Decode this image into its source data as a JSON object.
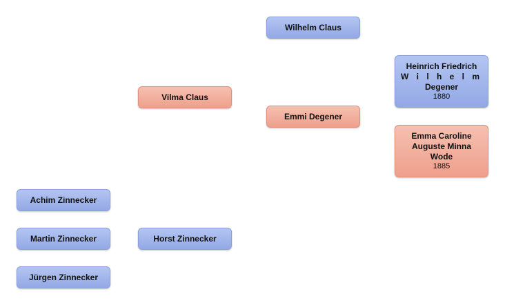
{
  "people": {
    "wilhelm_claus": {
      "name": "Wilhelm Claus",
      "color": "#a3b6ec"
    },
    "heinrich": {
      "name_line1": "Heinrich Friedrich",
      "name_line2": "W i l h e l m",
      "name_line3": "Degener",
      "year": "1880",
      "color": "#a3b6ec"
    },
    "vilma_claus": {
      "name": "Vilma Claus",
      "color": "#f2b0a0"
    },
    "emmi_degener": {
      "name": "Emmi Degener",
      "color": "#f2b0a0"
    },
    "emma": {
      "name_line1": "Emma Caroline",
      "name_line2": "Auguste Minna",
      "name_line3": "Wode",
      "year": "1885",
      "color": "#f2b0a0"
    },
    "achim": {
      "name": "Achim Zinnecker",
      "color": "#a3b6ec"
    },
    "martin": {
      "name": "Martin Zinnecker",
      "color": "#a3b6ec"
    },
    "horst": {
      "name": "Horst Zinnecker",
      "color": "#a3b6ec"
    },
    "juergen": {
      "name": "Jürgen Zinnecker",
      "color": "#a3b6ec"
    }
  }
}
